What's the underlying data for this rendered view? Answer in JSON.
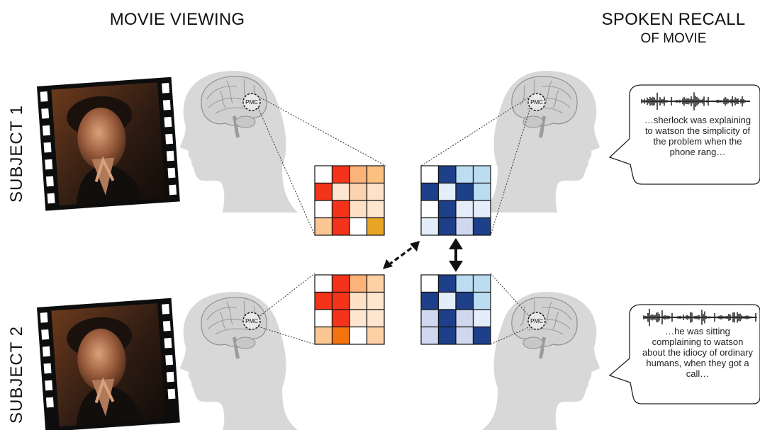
{
  "headers": {
    "left": "MOVIE VIEWING",
    "right_main": "SPOKEN RECALL",
    "right_sub": "OF MOVIE"
  },
  "subjects": [
    {
      "label": "SUBJECT 1",
      "recall_text": "…sherlock was explaining to watson the simplicity of the problem when the phone rang…"
    },
    {
      "label": "SUBJECT 2",
      "recall_text": "…he was sitting complaining to watson about the idiocy of ordinary humans, when they got a call…"
    }
  ],
  "region_label": "PMC",
  "matrices": {
    "viewing_s1": [
      [
        "#ffffff",
        "#f3341b",
        "#fbb37a",
        "#fbc07f"
      ],
      [
        "#f3341b",
        "#fde5cf",
        "#fcd3b0",
        "#fde2c8"
      ],
      [
        "#ffffff",
        "#f3341b",
        "#fde2c8",
        "#fde5cf"
      ],
      [
        "#fbc691",
        "#f3341b",
        "#ffffff",
        "#e8a524"
      ]
    ],
    "viewing_s2": [
      [
        "#ffffff",
        "#f3341b",
        "#fbb37a",
        "#fdd0a6"
      ],
      [
        "#f3341b",
        "#f3341b",
        "#fde2c8",
        "#fde5cf"
      ],
      [
        "#ffffff",
        "#f3341b",
        "#fde5cf",
        "#fde5cf"
      ],
      [
        "#fbc691",
        "#f5730f",
        "#ffffff",
        "#fdd0a6"
      ]
    ],
    "recall_s1": [
      [
        "#ffffff",
        "#1e3f8a",
        "#bcdcf2",
        "#bcdcf2"
      ],
      [
        "#1e3f8a",
        "#e3eefa",
        "#1e3f8a",
        "#bcdcf2"
      ],
      [
        "#ffffff",
        "#1e3f8a",
        "#e3eefa",
        "#e3eefa"
      ],
      [
        "#e3eefa",
        "#1e3f8a",
        "#d0d8f0",
        "#1e3f8a"
      ]
    ],
    "recall_s2": [
      [
        "#ffffff",
        "#1e3f8a",
        "#bcdcf2",
        "#bcdcf2"
      ],
      [
        "#1e3f8a",
        "#e3eefa",
        "#1e3f8a",
        "#bcdcf2"
      ],
      [
        "#d0d8f0",
        "#1e3f8a",
        "#d0d8f0",
        "#e3eefa"
      ],
      [
        "#d0d8f0",
        "#1e3f8a",
        "#d0d8f0",
        "#1e3f8a"
      ]
    ]
  },
  "colors": {
    "head": "#d8d8d8",
    "brain": "#c9c9c9",
    "film": "#0d0d0d",
    "connector": "#222222"
  }
}
